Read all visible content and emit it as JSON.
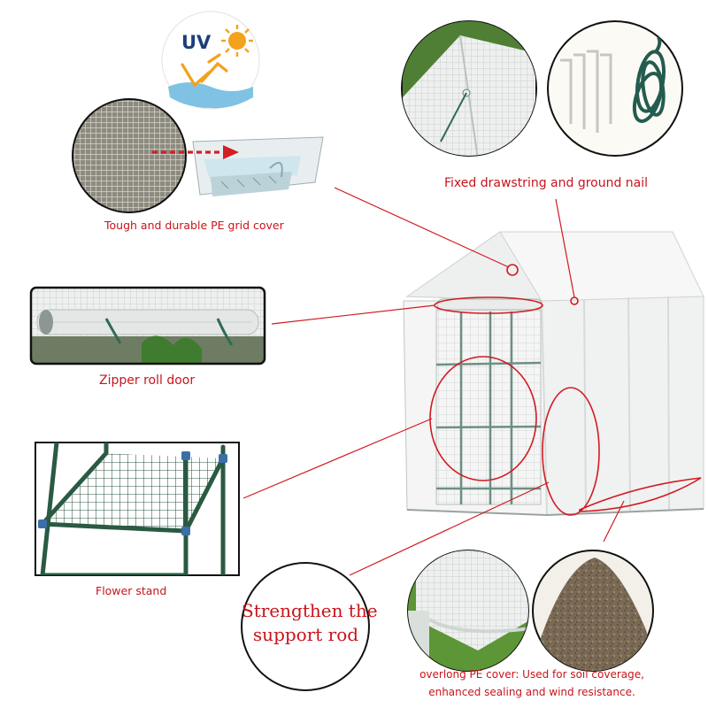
{
  "uv_badge": {
    "text": "UV"
  },
  "features": {
    "pe_cover": {
      "caption": "Tough and durable PE grid cover"
    },
    "drawstring": {
      "caption": "Fixed drawstring and ground nail"
    },
    "zipper": {
      "caption": "Zipper roll door"
    },
    "flower_stand": {
      "caption": "Flower stand"
    },
    "support_rod": {
      "line1": "Strengthen the",
      "line2": "support rod"
    },
    "overlong_cover": {
      "line1": "overlong PE cover:  Used for soil coverage,",
      "line2": "enhanced sealing and wind resistance."
    }
  },
  "colors": {
    "accent_red": "#c8141b",
    "frame_green": "#2d6b4a",
    "cover_white": "#f3f5f4"
  }
}
